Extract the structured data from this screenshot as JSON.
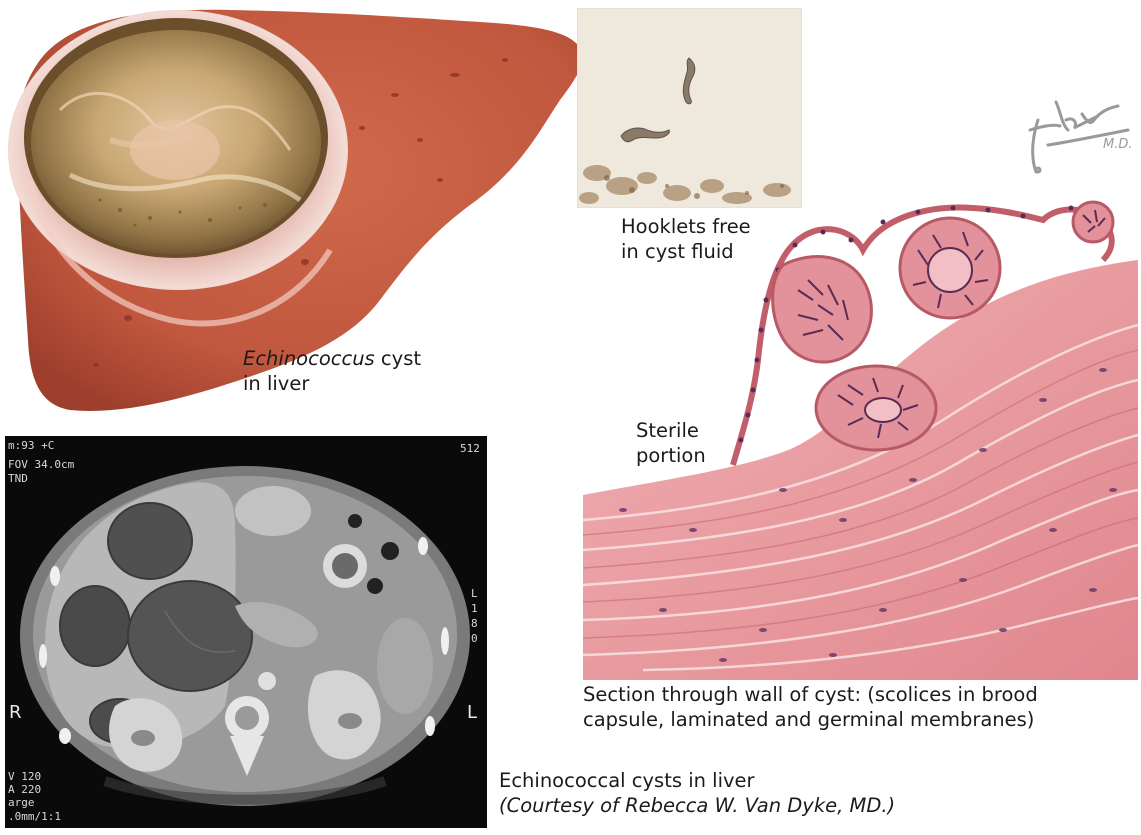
{
  "liver_panel": {
    "caption_italic": "Echinococcus",
    "caption_rest": " cyst",
    "caption_line2": "in liver"
  },
  "hooklets_panel": {
    "caption_line1": "Hooklets free",
    "caption_line2": "in cyst fluid"
  },
  "section_panel": {
    "label_line1": "Sterile",
    "label_line2": "portion",
    "caption_line1": "Section through wall of cyst: (scolices in brood",
    "caption_line2": "capsule, laminated and germinal membranes)"
  },
  "ct_panel": {
    "overlay": {
      "line1": "m:93 +C",
      "line2": "FOV 34.0cm",
      "line3": "TND",
      "top_right": "512",
      "right_scale": "L\n1\n8\n0",
      "left_marker": "R",
      "right_marker": "L",
      "bottom1": "V 120",
      "bottom2": "A 220",
      "bottom3": "arge",
      "bottom4": ".0mm/1:1"
    },
    "caption_line1": "Echinococcal cysts in liver",
    "caption_line2": "(Courtesy of Rebecca W. Van Dyke, MD.)"
  },
  "signature": {
    "text": "F. Netter M.D."
  },
  "colors": {
    "liver": "#c0573e",
    "liver_dark": "#9e3f2d",
    "cyst_wall": "#e8c7c0",
    "cyst_interior": "#b89a6b",
    "tissue_pink": "#e89aa0",
    "nuclei": "#5a2c55",
    "ct_bg": "#0a0a0a"
  }
}
